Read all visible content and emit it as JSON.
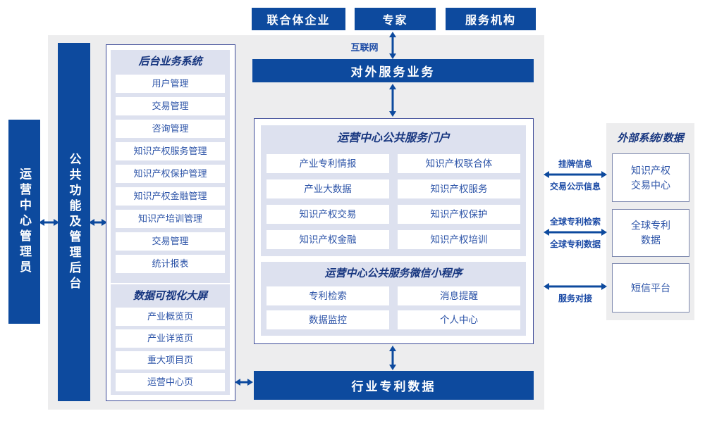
{
  "colors": {
    "primary_blue": "#0d4a9e",
    "lavender": "#dde1ef",
    "background_gray": "#ededee",
    "panel_border": "#3a4896",
    "item_text_blue": "#2d54a8"
  },
  "top_boxes": [
    "联合体企业",
    "专家",
    "服务机构"
  ],
  "internet_label": "互联网",
  "bars": {
    "external_service": "对外服务业务",
    "industry_patent_data": "行业专利数据",
    "admin": "运营中心管理员",
    "backend": "公共功能及管理后台"
  },
  "backend_panel": {
    "title": "后台业务系统",
    "items": [
      "用户管理",
      "交易管理",
      "咨询管理",
      "知识产权服务管理",
      "知识产权保护管理",
      "知识产权金融管理",
      "知识产培训管理",
      "交易管理",
      "统计报表"
    ]
  },
  "dashboard_panel": {
    "title": "数据可视化大屏",
    "items": [
      "产业概览页",
      "产业详览页",
      "重大项目页",
      "运营中心页"
    ]
  },
  "portal_panel": {
    "title": "运营中心公共服务门户",
    "rows": [
      [
        "产业专利情报",
        "知识产权联合体"
      ],
      [
        "产业大数据",
        "知识产权服务"
      ],
      [
        "知识产权交易",
        "知识产权保护"
      ],
      [
        "知识产权金融",
        "知识产权培训"
      ]
    ]
  },
  "miniprogram_panel": {
    "title": "运营中心公共服务微信小程序",
    "rows": [
      [
        "专利检索",
        "消息提醒"
      ],
      [
        "数据监控",
        "个人中心"
      ]
    ]
  },
  "external_panel": {
    "title": "外部系统/数据",
    "boxes": [
      "知识产权\n交易中心",
      "全球专利\n数据",
      "短信平台"
    ]
  },
  "link_labels": {
    "r1_top": "挂牌信息",
    "r1_bottom": "交易公示信息",
    "r2_top": "全球专利检索",
    "r2_bottom": "全球专利数据",
    "r3_bottom": "服务对接"
  }
}
